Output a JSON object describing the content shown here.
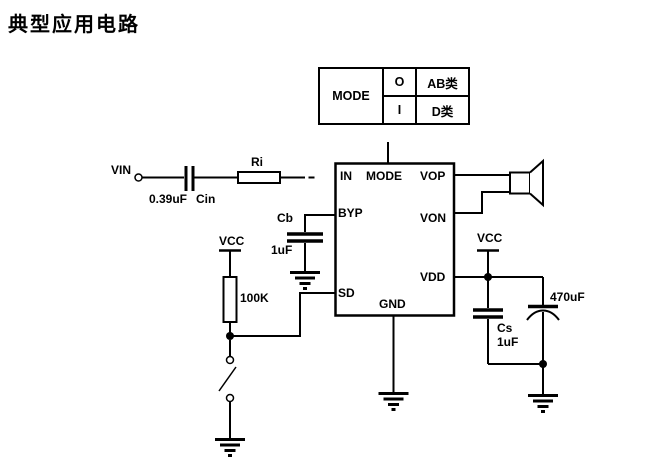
{
  "title": "典型应用电路",
  "mode_table": {
    "header": "MODE",
    "rows": [
      {
        "pin_state": "O",
        "class_label": "AB类"
      },
      {
        "pin_state": "I",
        "class_label": "D类"
      }
    ]
  },
  "ic": {
    "pins": {
      "in": "IN",
      "mode": "MODE",
      "vop": "VOP",
      "byp": "BYP",
      "von": "VON",
      "vdd": "VDD",
      "sd": "SD",
      "gnd": "GND"
    }
  },
  "components": {
    "vin_label": "VIN",
    "cin_value": "0.39uF",
    "cin_name": "Cin",
    "ri_name": "Ri",
    "cb_name": "Cb",
    "cb_value": "1uF",
    "vcc_left": "VCC",
    "pulldown_value": "100K",
    "vcc_right": "VCC",
    "cs_name": "Cs",
    "cs_value": "1uF",
    "cout_value": "470uF"
  },
  "colors": {
    "ink": "#000000",
    "background": "#ffffff"
  }
}
